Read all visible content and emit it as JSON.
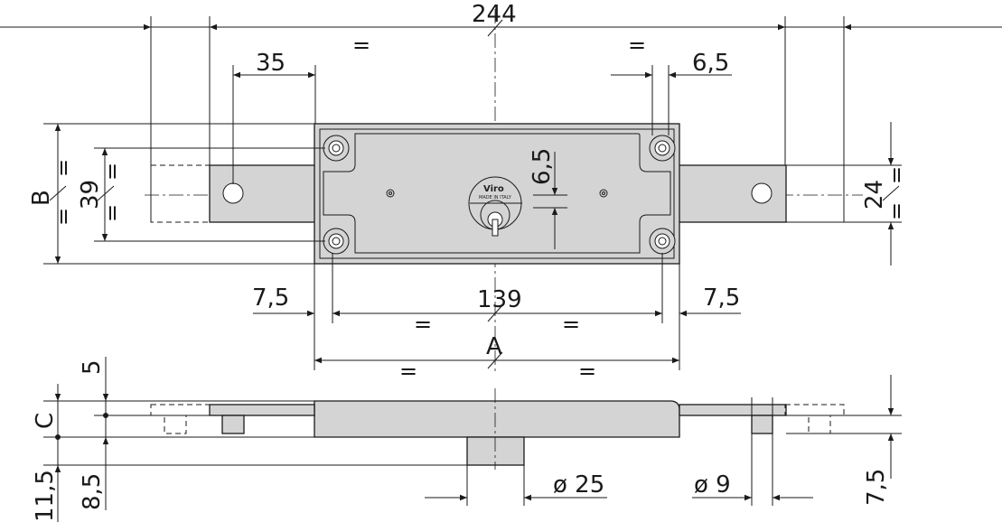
{
  "drawing": {
    "brand_logo": "Viro",
    "logo_subtext": "MADE IN ITALY",
    "dimensions": {
      "overall_width": "244",
      "hole_offset": "35",
      "hole_diameter_offset_top": "6,5",
      "plate_height_small": "39",
      "body_height": "B",
      "cylinder_offset": "6,5",
      "bar_height": "24",
      "side_margin_left": "7,5",
      "side_margin_right": "7,5",
      "hole_spacing": "139",
      "body_length": "A",
      "thickness_top": "5",
      "thickness_total": "C",
      "bottom_left": "11,5",
      "bar_offset": "8,5",
      "cylinder_diameter": "ø 25",
      "pin_diameter": "ø 9",
      "pin_height": "7,5"
    },
    "equal_mark": "="
  }
}
